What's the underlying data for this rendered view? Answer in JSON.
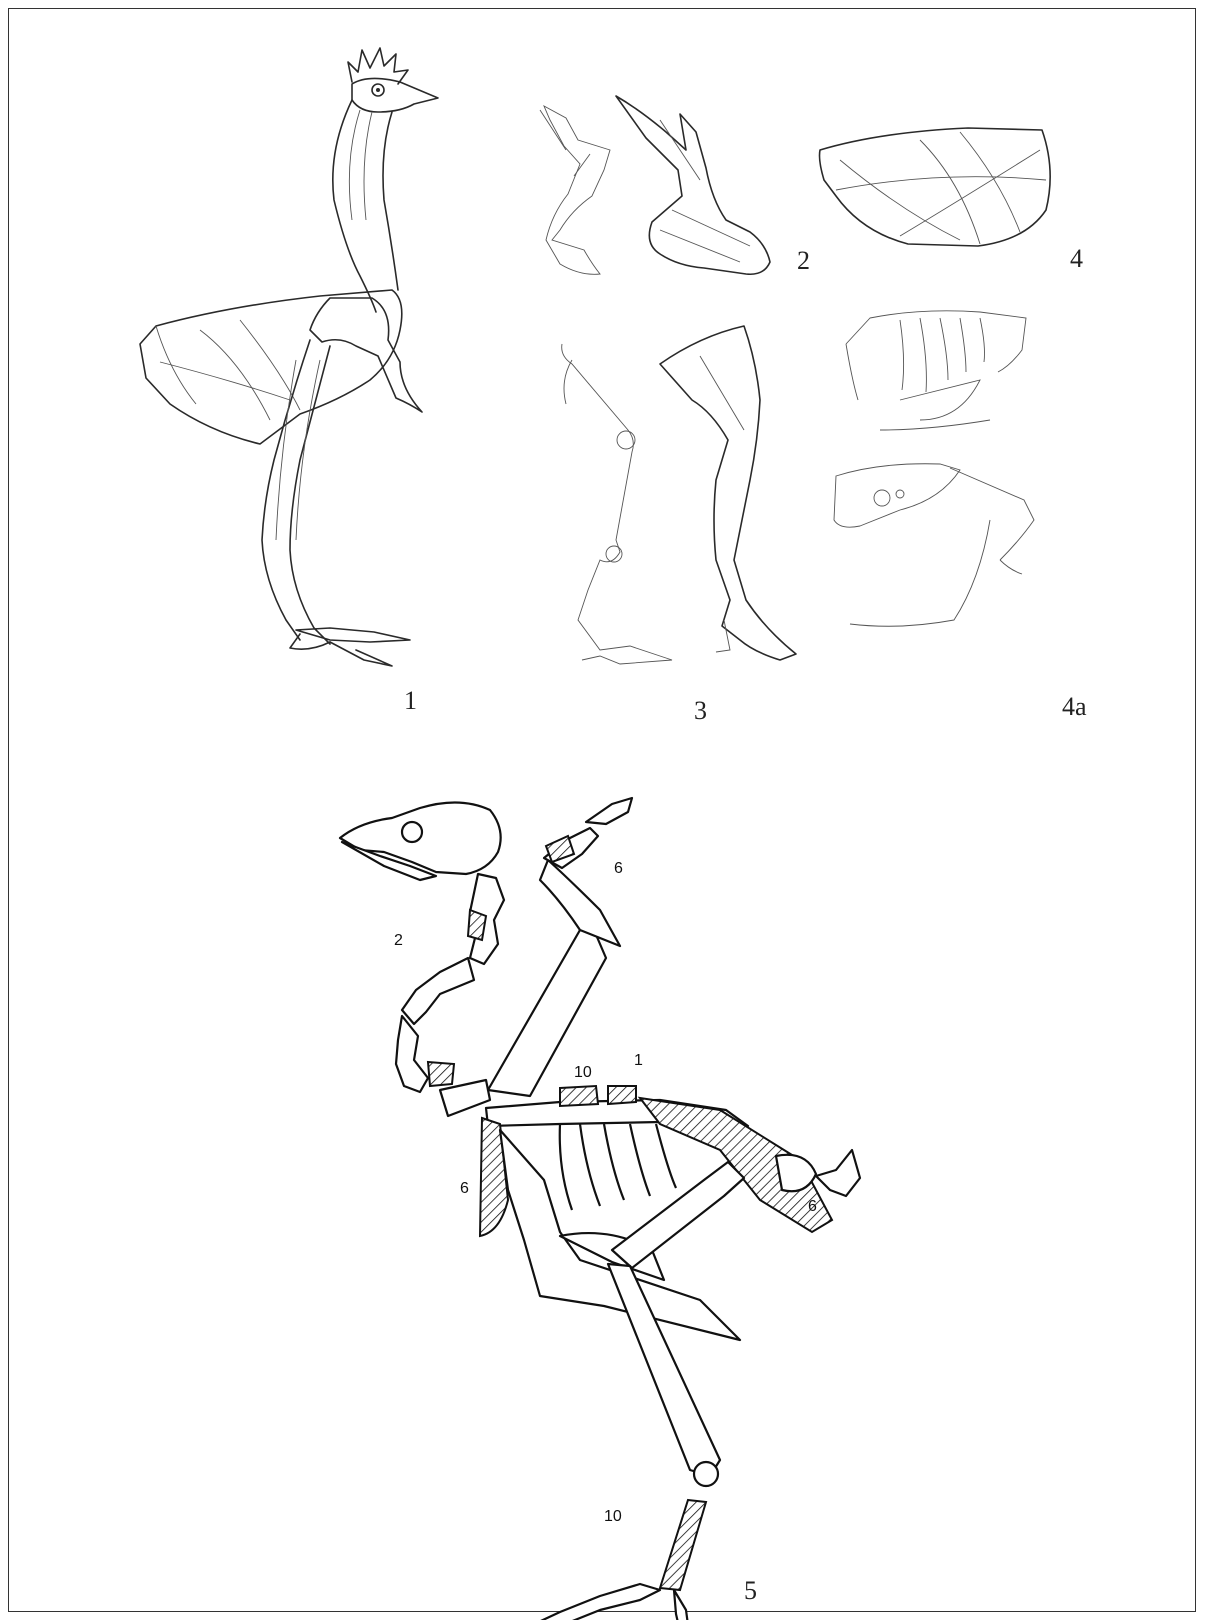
{
  "figure_labels": {
    "fig1": "1",
    "fig2": "2",
    "fig3": "3",
    "fig4": "4",
    "fig4a": "4a",
    "fig5": "5"
  },
  "skeleton_annotations": {
    "a_2": "2",
    "a_6_wing": "6",
    "a_10_back": "10",
    "a_1": "1",
    "a_6_scapula": "6",
    "a_6_pelvis": "6",
    "a_10_leg": "10"
  }
}
